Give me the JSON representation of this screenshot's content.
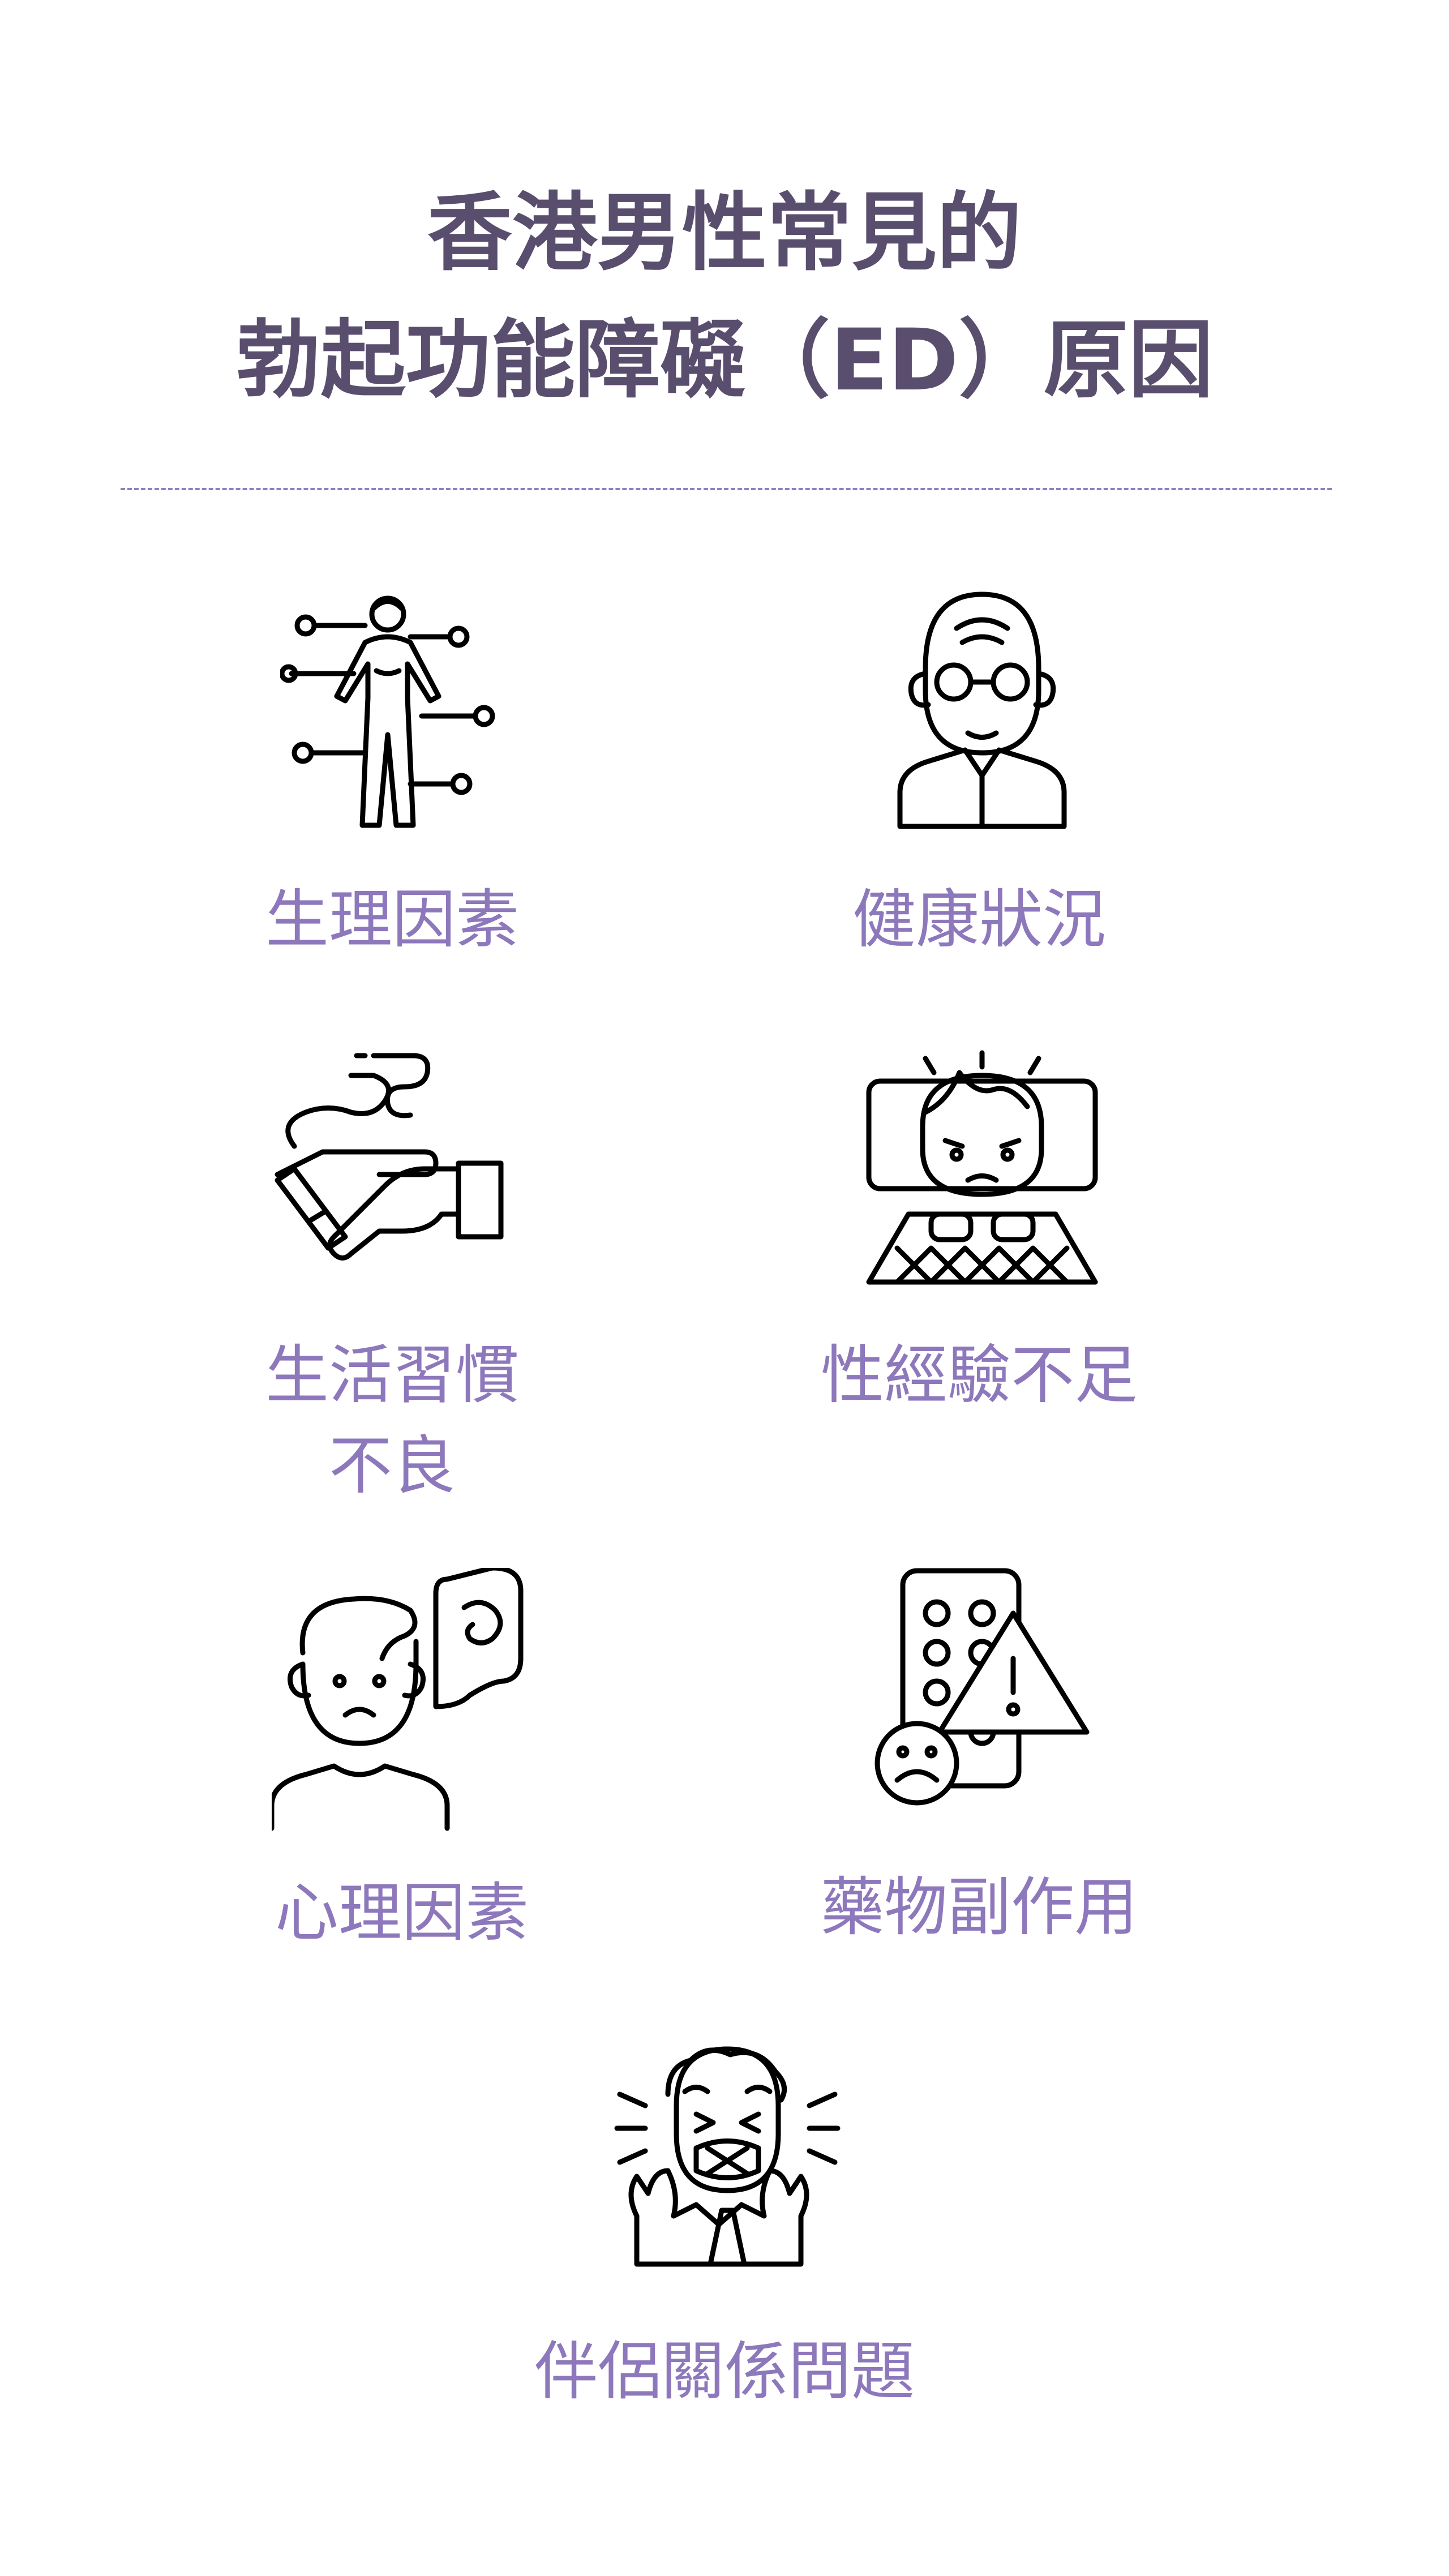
{
  "title": {
    "line1": "香港男性常見的",
    "line2": "勃起功能障礙（ED）原因"
  },
  "colors": {
    "title": "#5a4e6e",
    "label": "#8e78bc",
    "divider": "#8d80c4"
  },
  "causes": [
    {
      "icon": "body-nodes-icon",
      "label": "生理因素"
    },
    {
      "icon": "elderly-man-glasses-icon",
      "label": "健康狀況"
    },
    {
      "icon": "smoking-hand-icon",
      "label_line1": "生活習慣",
      "label_line2": "不良"
    },
    {
      "icon": "nervous-man-bed-icon",
      "label": "性經驗不足"
    },
    {
      "icon": "sad-man-thought-icon",
      "label": "心理因素"
    },
    {
      "icon": "pills-warning-icon",
      "label": "藥物副作用"
    },
    {
      "icon": "angry-man-gagged-icon",
      "label": "伴侶關係問題"
    }
  ]
}
